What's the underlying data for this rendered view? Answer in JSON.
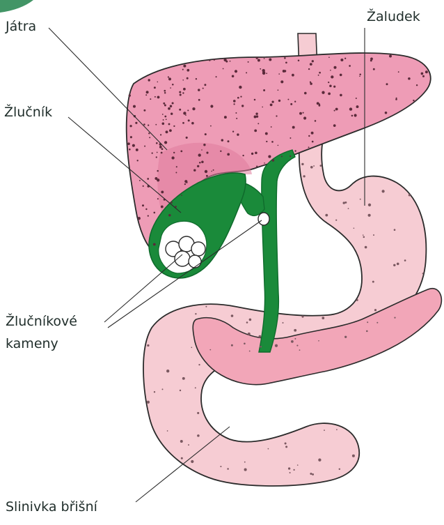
{
  "labels": {
    "liver": "Játra",
    "stomach": "Žaludek",
    "gallbladder": "Žlučník",
    "gallstones_line1": "Žlučníkové",
    "gallstones_line2": "kameny",
    "pancreas": "Slinivka břišní"
  },
  "colors": {
    "liver": "#ee9cb6",
    "liver_shadow": "#e07c9c",
    "stomach": "#f6ccd3",
    "duodenum": "#f3c2cb",
    "pancreas": "#f2a6b8",
    "bile": "#1a8a3a",
    "bile_dark": "#0f6b2c",
    "outline": "#2b2b2b",
    "corner_accent": "#2e8a55"
  }
}
